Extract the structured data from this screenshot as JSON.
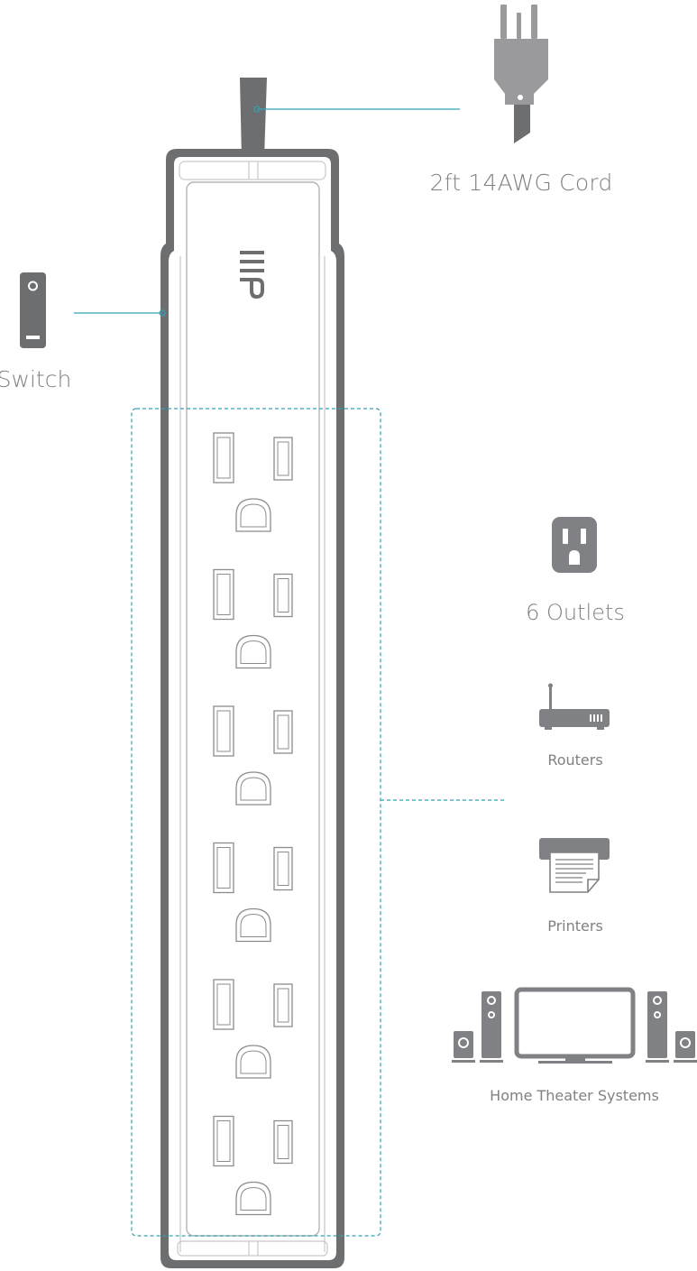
{
  "features": {
    "cord_label": "2ft 14AWG Cord",
    "switch_label": "Switch",
    "outlets_label": "6 Outlets",
    "routers_label": "Routers",
    "printers_label": "Printers",
    "home_theater_label": "Home Theater Systems"
  },
  "product": {
    "logo_text": "MP",
    "outlet_count": 6
  },
  "icons": {
    "plug": "power-plug-icon",
    "switch": "rocker-switch-icon",
    "outlet": "wall-outlet-icon",
    "router": "router-icon",
    "printer": "printer-icon",
    "home_theater": "home-theater-icon"
  },
  "colors": {
    "body_dark": "#6d6e70",
    "accent_line": "#2fa3b5",
    "icon_gray": "#808184",
    "outline": "#9a9a9c"
  }
}
